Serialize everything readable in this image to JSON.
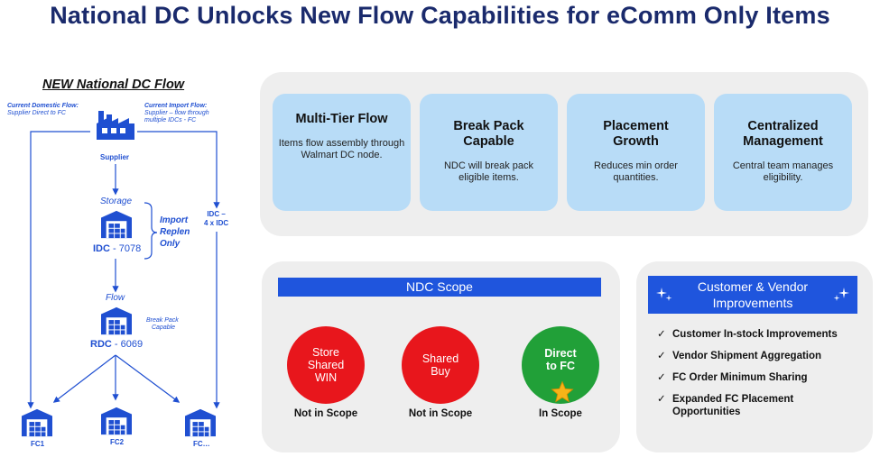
{
  "title": "National DC Unlocks New Flow Capabilities for eComm Only Items",
  "flow": {
    "title": "NEW National DC Flow",
    "domestic_label": "Current Domestic Flow:",
    "domestic_desc": "Supplier Direct to FC",
    "import_label": "Current Import Flow:",
    "import_desc_1": "Supplier – flow through",
    "import_desc_2": "multiple IDCs - FC",
    "supplier": "Supplier",
    "storage": "Storage",
    "idc_name": "IDC",
    "idc_num": " - 7078",
    "import_replen": [
      "Import",
      "Replen",
      "Only"
    ],
    "idc_side_1": "IDC –",
    "idc_side_2": "4 x IDC",
    "flow_word": "Flow",
    "rdc_name": "RDC",
    "rdc_num": " - 6069",
    "break_pack_1": "Break Pack",
    "break_pack_2": "Capable",
    "fcs": [
      "FC1",
      "FC2",
      "FC…"
    ]
  },
  "cards": [
    {
      "title": "Multi-Tier Flow",
      "desc": "Items flow assembly through Walmart DC node."
    },
    {
      "title": "Break Pack Capable",
      "desc": "NDC will break pack eligible items."
    },
    {
      "title": "Placement Growth",
      "desc": "Reduces min order quantities."
    },
    {
      "title": "Centralized Management",
      "desc": "Central team manages eligibility."
    }
  ],
  "scope": {
    "header": "NDC Scope",
    "items": [
      {
        "label": "Store Shared WIN",
        "caption": "Not in Scope",
        "color": "#e8161c"
      },
      {
        "label": "Shared Buy",
        "caption": "Not in Scope",
        "color": "#e8161c"
      },
      {
        "label": "Direct to FC",
        "caption": "In Scope",
        "color": "#21a038",
        "icon": "star-icon"
      }
    ]
  },
  "improvements": {
    "header": "Customer & Vendor Improvements",
    "items": [
      "Customer In-stock Improvements",
      "Vendor Shipment Aggregation",
      "FC Order Minimum Sharing",
      "Expanded FC Placement Opportunities"
    ]
  },
  "colors": {
    "brand_blue": "#1f55dd",
    "title_navy": "#1a2a6c",
    "card_blue": "#b8dcf7",
    "flow_blue": "#1f4fd1"
  }
}
